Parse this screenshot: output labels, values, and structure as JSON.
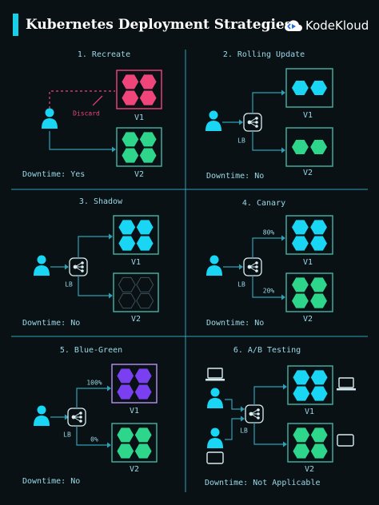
{
  "header": {
    "title": "Kubernetes  Deployment  Strategies",
    "brand": "KodeKloud"
  },
  "colors": {
    "background": "#0a1115",
    "accent": "#14d0e8",
    "line": "#2f9fb5",
    "frame": "#46b3a5",
    "pink": "#f0457a",
    "cyan": "#19d6f5",
    "green": "#2ed68c",
    "purple": "#7a3ff0",
    "blue_green_frame": "#b892f4",
    "discard": "#f0457a",
    "text": "#9ad8e6"
  },
  "strategies": [
    {
      "title": "1. Recreate",
      "downtime": "Downtime: Yes",
      "v1": "V1",
      "v2": "V2",
      "discard": "Discard"
    },
    {
      "title": "2. Rolling Update",
      "downtime": "Downtime: No",
      "v1": "V1",
      "v2": "V2",
      "lb": "LB"
    },
    {
      "title": "3. Shadow",
      "downtime": "Downtime: No",
      "v1": "V1",
      "v2": "V2",
      "lb": "LB"
    },
    {
      "title": "4. Canary",
      "downtime": "Downtime: No",
      "v1": "V1",
      "v2": "V2",
      "lb": "LB",
      "v1_pct": "80%",
      "v2_pct": "20%"
    },
    {
      "title": "5. Blue-Green",
      "downtime": "Downtime: No",
      "v1": "V1",
      "v2": "V2",
      "lb": "LB",
      "v1_pct": "100%",
      "v2_pct": "0%"
    },
    {
      "title": "6. A/B Testing",
      "downtime": "Downtime: Not Applicable",
      "v1": "V1",
      "v2": "V2",
      "lb": "LB"
    }
  ],
  "icons": [
    "user-icon",
    "load-balancer-icon",
    "hexagon-pod-icon",
    "laptop-icon",
    "tablet-icon",
    "phone-icon",
    "cloud-logo-icon"
  ]
}
